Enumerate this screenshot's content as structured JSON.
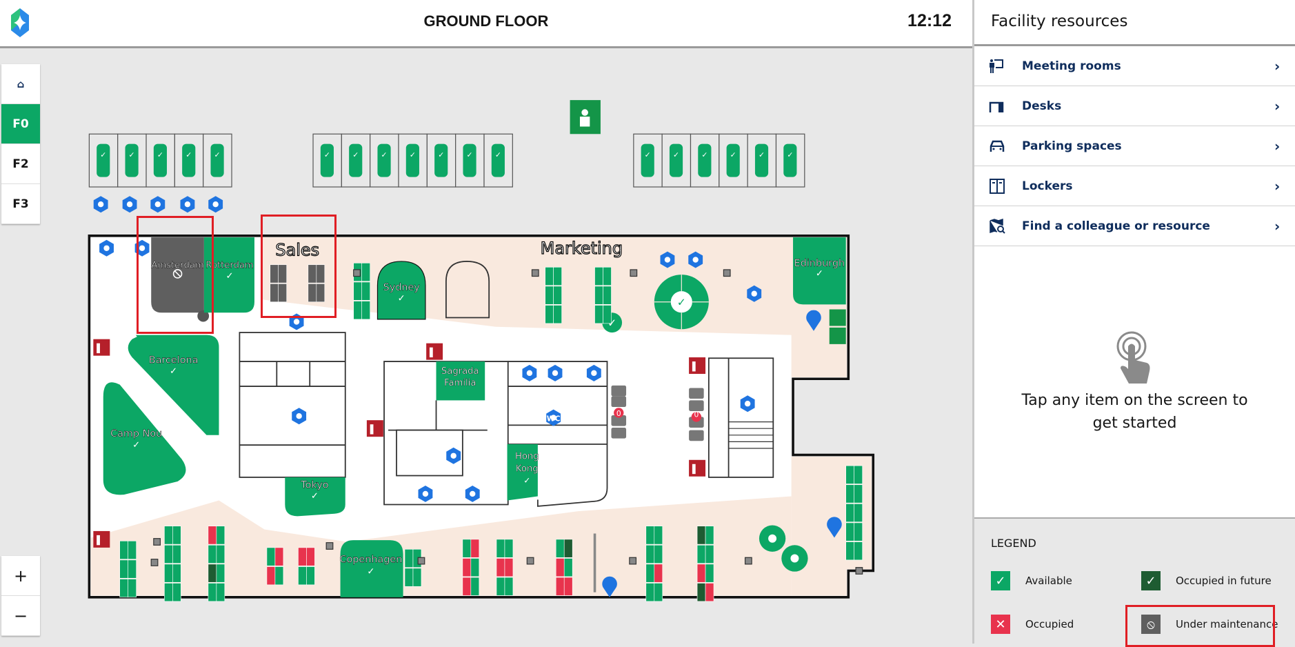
{
  "header": {
    "title": "GROUND FLOOR",
    "time": "12:12"
  },
  "floors": [
    {
      "label": "F0",
      "active": true
    },
    {
      "label": "F2"
    },
    {
      "label": "F3"
    }
  ],
  "zoom": {
    "in": "+",
    "out": "−"
  },
  "map": {
    "zones": {
      "sales": "Sales",
      "marketing": "Marketing"
    },
    "rooms": {
      "amsterdam": "Amsterdam",
      "rotterdam": "Rotterdam",
      "barcelona": "Barcelona",
      "camp_nou": "Camp Nou",
      "sydney": "Sydney",
      "sagrada_1": "Sagrada",
      "sagrada_2": "Família",
      "tokyo": "Tokyo",
      "hong_kong_1": "Hong",
      "hong_kong_2": "Kong",
      "copenhagen": "Copenhagen",
      "edinburgh": "Edinburgh"
    },
    "locker_counts": [
      "0",
      "0"
    ],
    "wc": "WC",
    "colors": {
      "available": "#0ca765",
      "occupied": "#e8334d",
      "future": "#1e5c32",
      "maintenance": "#5f5f5f",
      "icon_blue": "#1f74e0",
      "zone": "#f9e9de"
    }
  },
  "panel": {
    "title": "Facility resources",
    "items": [
      {
        "label": "Meeting rooms",
        "icon": "meeting-room-icon"
      },
      {
        "label": "Desks",
        "icon": "desk-icon"
      },
      {
        "label": "Parking spaces",
        "icon": "car-icon"
      },
      {
        "label": "Lockers",
        "icon": "locker-icon"
      },
      {
        "label": "Find a colleague or resource",
        "icon": "map-search-icon"
      }
    ],
    "hint": "Tap any item on the screen to get started",
    "legend": {
      "title": "LEGEND",
      "available": "Available",
      "occupied_future": "Occupied in future",
      "occupied": "Occupied",
      "maintenance": "Under maintenance"
    }
  }
}
